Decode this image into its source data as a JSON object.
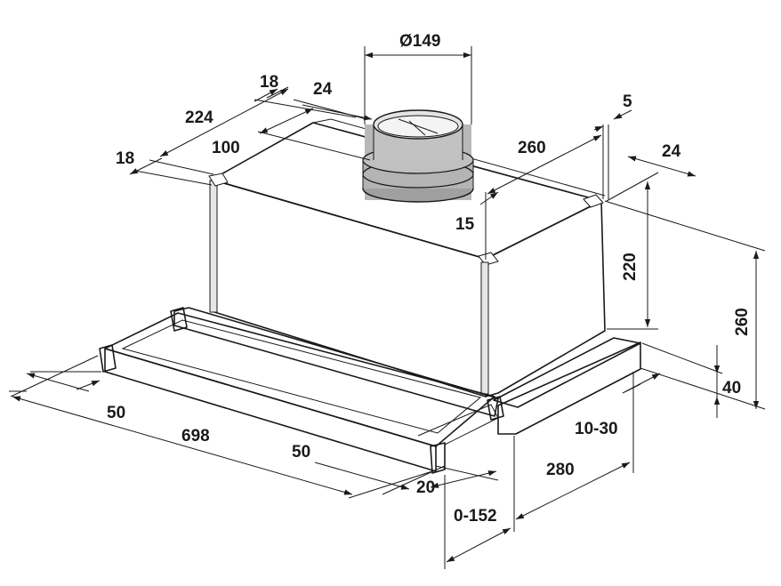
{
  "dimensions": {
    "duct_diameter": "Ø149",
    "d18_top": "18",
    "d24_top": "24",
    "d224": "224",
    "d100": "100",
    "d18_left": "18",
    "d5": "5",
    "d260_top": "260",
    "d24_right": "24",
    "d15": "15",
    "d220": "220",
    "d260_right": "260",
    "d40": "40",
    "d10_30": "10-30",
    "d50_left": "50",
    "d698": "698",
    "d50_front": "50",
    "d20": "20",
    "d280": "280",
    "d0_152": "0-152"
  },
  "colors": {
    "line": "#1a1a1a",
    "body_front": "#9a9a9a",
    "body_right": "#6e6e6e",
    "body_top": "#c4c4c4",
    "drawer": "#8e8e8e",
    "duct": "#b0b0b0"
  }
}
